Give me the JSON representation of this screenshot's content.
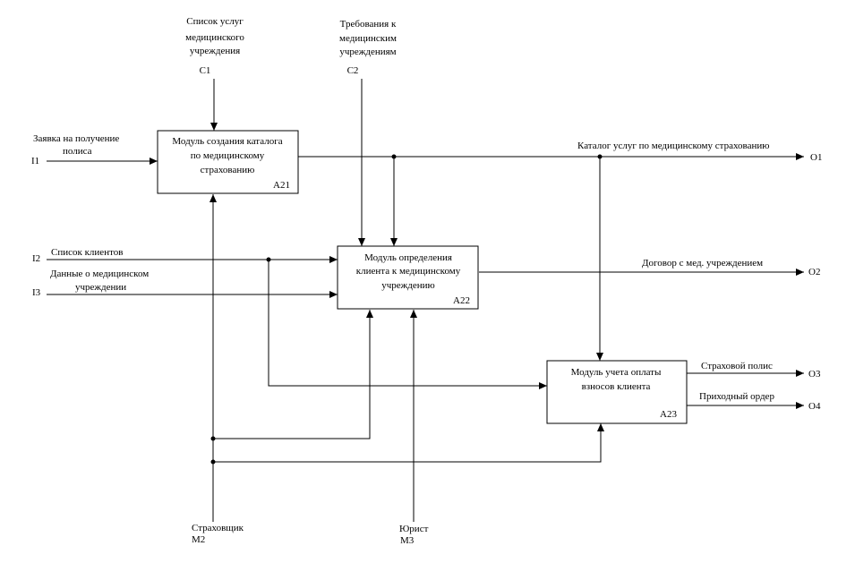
{
  "blocks": {
    "a21": {
      "lines": [
        "Модуль создания каталога",
        "по медицинскому",
        "страхованию"
      ],
      "id": "А21"
    },
    "a22": {
      "lines": [
        "Модуль определения",
        "клиента к медицинскому",
        "учреждению"
      ],
      "id": "А22"
    },
    "a23": {
      "lines": [
        "Модуль учета оплаты",
        "взносов клиента"
      ],
      "id": "А23"
    }
  },
  "controls": {
    "c1": {
      "lines": [
        "Список услуг",
        "медицинского",
        "учреждения"
      ],
      "code": "С1"
    },
    "c2": {
      "lines": [
        "Требования к",
        "медицинским",
        "учреждениям"
      ],
      "code": "С2"
    }
  },
  "inputs": {
    "i1": {
      "lines": [
        "Заявка на получение",
        "полиса"
      ],
      "code": "I1"
    },
    "i2": {
      "lines": [
        "Список клиентов"
      ],
      "code": "I2"
    },
    "i3": {
      "lines": [
        "Данные о медицинском",
        "учреждении"
      ],
      "code": "I3"
    }
  },
  "outputs": {
    "o1": {
      "label": "Каталог услуг по медицинскому страхованию",
      "code": "О1"
    },
    "o2": {
      "label": "Договор с мед. учреждением",
      "code": "О2"
    },
    "o3": {
      "label": "Страховой полис",
      "code": "О3"
    },
    "o4": {
      "label": "Приходный ордер",
      "code": "О4"
    }
  },
  "mechanisms": {
    "m2": {
      "label": "Страховщик",
      "code": "М2"
    },
    "m3": {
      "label": "Юрист",
      "code": "М3"
    }
  }
}
